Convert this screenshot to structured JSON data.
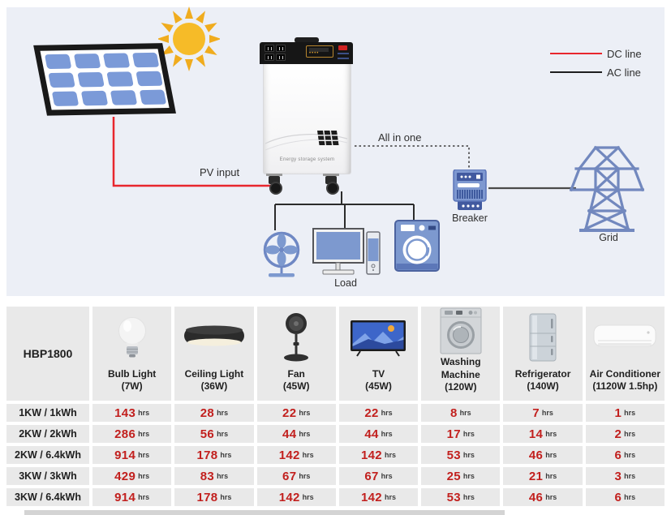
{
  "diagram": {
    "legend": {
      "dc": "DC line",
      "ac": "AC line"
    },
    "labels": {
      "pv_input": "PV input",
      "all_in_one": "All in one",
      "breaker": "Breaker",
      "grid": "Grid",
      "load": "Load"
    },
    "unit_label": "Energy storage system",
    "colors": {
      "dc_line": "#e8262d",
      "ac_line": "#4a4a4a",
      "icon_blue": "#7d99cf",
      "icon_blue_dark": "#5c77b8",
      "background": "#eceff6"
    }
  },
  "table": {
    "model": "HBP1800",
    "unit_suffix": "hrs",
    "value_color": "#c2201e",
    "columns": [
      {
        "name": "Bulb Light",
        "power": "(7W)",
        "icon": "bulb-icon"
      },
      {
        "name": "Ceiling Light",
        "power": "(36W)",
        "icon": "ceiling-light-icon"
      },
      {
        "name": "Fan",
        "power": "(45W)",
        "icon": "fan-icon"
      },
      {
        "name": "TV",
        "power": "(45W)",
        "icon": "tv-icon"
      },
      {
        "name": "Washing Machine",
        "power": "(120W)",
        "icon": "washing-machine-icon"
      },
      {
        "name": "Refrigerator",
        "power": "(140W)",
        "icon": "refrigerator-icon"
      },
      {
        "name": "Air Conditioner",
        "power": "(1120W 1.5hp)",
        "icon": "air-conditioner-icon"
      }
    ],
    "rows": [
      {
        "label": "1KW / 1kWh",
        "values": [
          143,
          28,
          22,
          22,
          8,
          7,
          1
        ]
      },
      {
        "label": "2KW / 2kWh",
        "values": [
          286,
          56,
          44,
          44,
          17,
          14,
          2
        ]
      },
      {
        "label": "2KW / 6.4kWh",
        "values": [
          914,
          178,
          142,
          142,
          53,
          46,
          6
        ]
      },
      {
        "label": "3KW / 3kWh",
        "values": [
          429,
          83,
          67,
          67,
          25,
          21,
          3
        ]
      },
      {
        "label": "3KW / 6.4kWh",
        "values": [
          914,
          178,
          142,
          142,
          53,
          46,
          6
        ]
      }
    ]
  }
}
